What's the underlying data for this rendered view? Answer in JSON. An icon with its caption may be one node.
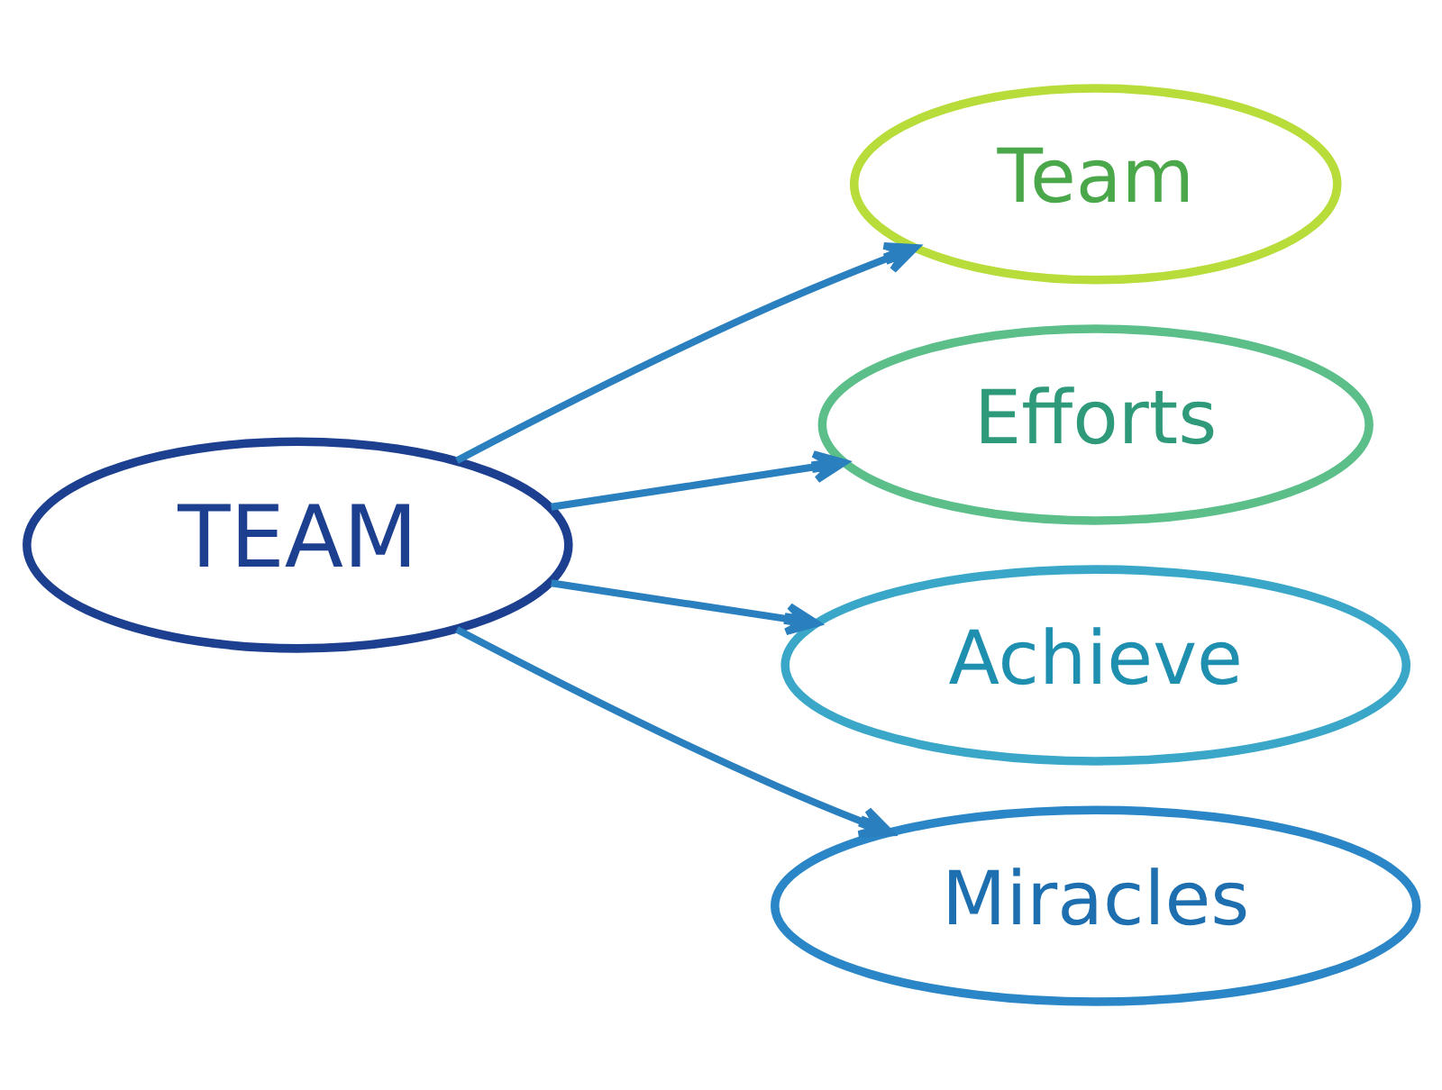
{
  "diagram": {
    "nodes": [
      {
        "text": [
          "TEAM"
        ]
      },
      {
        "text": [
          "Team"
        ]
      },
      {
        "text": [
          "Efforts"
        ]
      },
      {
        "text": [
          "Achieve"
        ]
      },
      {
        "text": [
          "Miracles"
        ]
      }
    ],
    "edges": [
      {
        "from": 0,
        "to": 1,
        "arrow": "to"
      },
      {
        "from": 0,
        "to": 2,
        "arrow": "to"
      },
      {
        "from": 0,
        "to": 3,
        "arrow": "to"
      },
      {
        "from": 0,
        "to": 4,
        "arrow": "to"
      }
    ]
  }
}
